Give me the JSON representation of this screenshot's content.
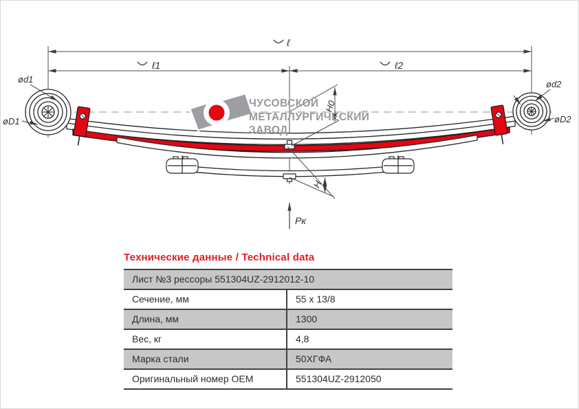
{
  "drawing": {
    "labels": {
      "total_length": "ℓ",
      "left_length": "ℓ1",
      "right_length": "ℓ2",
      "eye_inner_left": "ød1",
      "eye_outer_left": "øD1",
      "eye_inner_right": "ød2",
      "eye_outer_right": "øD2",
      "free_camber": "H0",
      "center_height": "H",
      "load_force": "Pк"
    },
    "logo": {
      "line1": "ЧУСОВСКОЙ",
      "line2": "МЕТАЛЛУРГИЧЕСКИЙ",
      "line3": "ЗАВОД"
    },
    "colors": {
      "highlight_red": "#e30613",
      "logo_gray": "#9c9ea1",
      "line_dark": "#2f2f2f",
      "centerline_gray": "#8f8f8f"
    }
  },
  "table": {
    "title": "Технические данные / Technical data",
    "title_color": "#e31e24",
    "header": "Лист №3 рессоры 551304UZ-2912012-10",
    "rows": [
      {
        "label": "Сечение, мм",
        "value": "55 x 13/8"
      },
      {
        "label": "Длина, мм",
        "value": "1300"
      },
      {
        "label": "Вес, кг",
        "value": "4,8"
      },
      {
        "label": "Марка стали",
        "value": "50ХГФА"
      },
      {
        "label": "Оригинальный номер OEM",
        "value": "551304UZ-2912050"
      }
    ]
  }
}
